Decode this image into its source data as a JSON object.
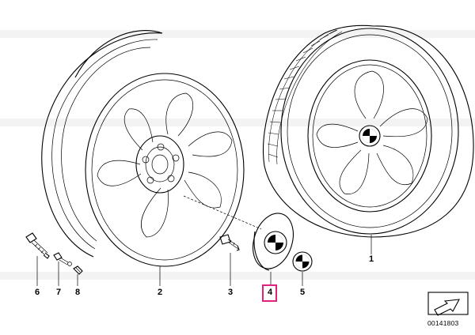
{
  "diagram": {
    "part_labels": [
      {
        "text": "1",
        "name": "complete-wheel-tyre"
      },
      {
        "text": "2",
        "name": "light-alloy-rim"
      },
      {
        "text": "3",
        "name": "wheel-bolt"
      },
      {
        "text": "4",
        "name": "hub-cap"
      },
      {
        "text": "5",
        "name": "emblem"
      },
      {
        "text": "6",
        "name": "wheel-bolt-left"
      },
      {
        "text": "7",
        "name": "valve"
      },
      {
        "text": "8",
        "name": "valve-cap"
      }
    ],
    "highlighted_label": "4",
    "diagram_number": "00141803",
    "highlight_color": "#e0227c"
  }
}
